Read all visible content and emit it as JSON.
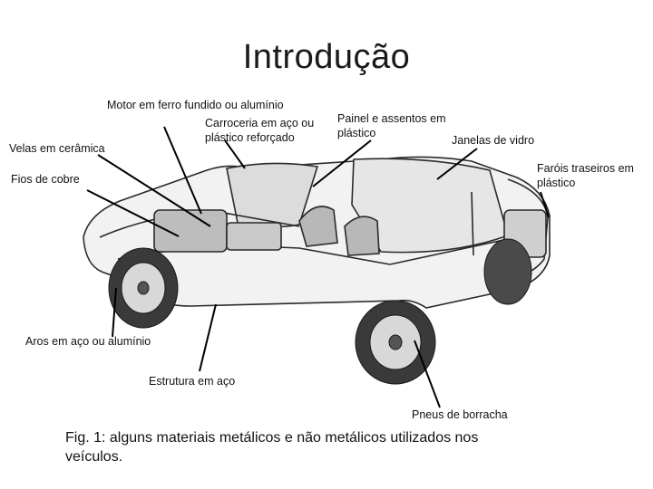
{
  "title": "Introdução",
  "labels": {
    "motor": "Motor em ferro fundido ou alumínio",
    "carroceria": "Carroceria em aço ou plástico reforçado",
    "velas": "Velas em cerâmica",
    "fios": "Fios de cobre",
    "painel": "Painel e assentos em plástico",
    "janelas": "Janelas de vidro",
    "farois": "Faróis traseiros em plástico",
    "aros": "Aros em aço ou alumínio",
    "estrutura": "Estrutura em aço",
    "pneus": "Pneus de borracha"
  },
  "caption": "Fig. 1: alguns materiais metálicos e não metálicos utilizados nos veículos."
}
